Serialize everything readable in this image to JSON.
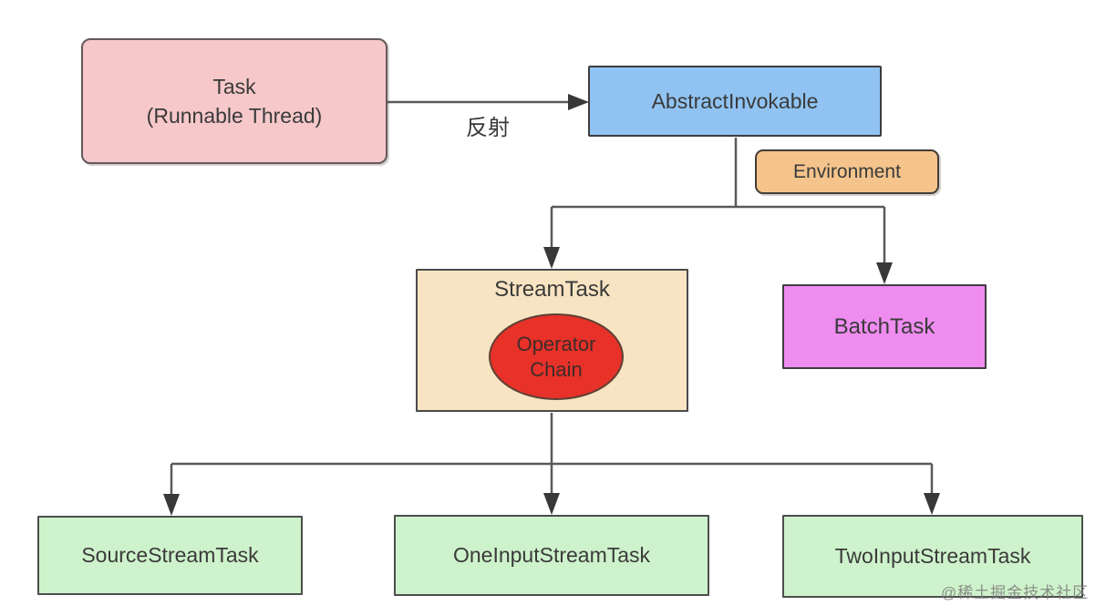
{
  "diagram": {
    "nodes": {
      "task": {
        "line1": "Task",
        "line2": "(Runnable Thread)",
        "fill": "#f6c8ca"
      },
      "abstract_invokable": {
        "label": "AbstractInvokable",
        "fill": "#90c3f2"
      },
      "environment": {
        "label": "Environment",
        "fill": "#f4c48c"
      },
      "stream_task": {
        "label": "StreamTask",
        "fill": "#f8e4c2"
      },
      "operator_chain": {
        "line1": "Operator",
        "line2": "Chain",
        "fill": "#e73129"
      },
      "batch_task": {
        "label": "BatchTask",
        "fill": "#ef8cf0"
      },
      "source_stream_task": {
        "label": "SourceStreamTask",
        "fill": "#cef2cb"
      },
      "one_input_stream_task": {
        "label": "OneInputStreamTask",
        "fill": "#cef2cb"
      },
      "two_input_stream_task": {
        "label": "TwoInputStreamTask",
        "fill": "#cef2cb"
      }
    },
    "edges": {
      "reflection_label": "反射"
    },
    "colors": {
      "connector_line": "#5a5a5a",
      "arrowhead": "#383838",
      "text": "#3a3a3a"
    },
    "watermark": "@稀土掘金技术社区"
  }
}
